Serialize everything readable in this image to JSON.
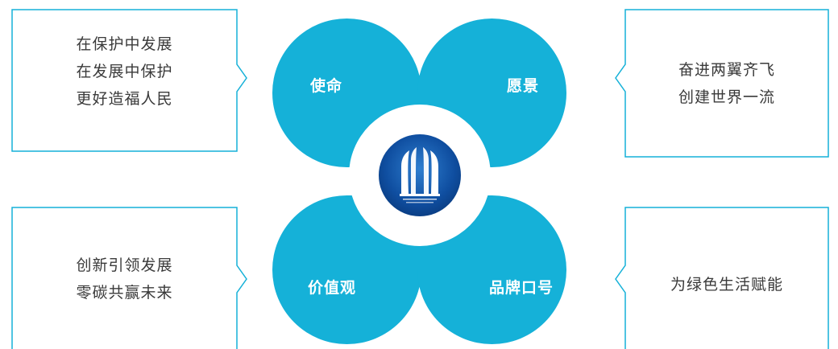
{
  "colors": {
    "petal": "#15b1d8",
    "box_border": "#15b1d8",
    "text": "#3a3a3a",
    "logo_blue": "#0f4ea0"
  },
  "petals": {
    "mission": "使命",
    "vision": "愿景",
    "values": "价值观",
    "slogan": "品牌口号"
  },
  "boxes": {
    "mission": [
      "在保护中发展",
      "在发展中保护",
      "更好造福人民"
    ],
    "vision": [
      "奋进两翼齐飞",
      "创建世界一流"
    ],
    "values": [
      "创新引领发展",
      "零碳共赢未来"
    ],
    "slogan": [
      "为绿色生活赋能"
    ]
  },
  "logo": {
    "icon": "company-logo-icon"
  }
}
